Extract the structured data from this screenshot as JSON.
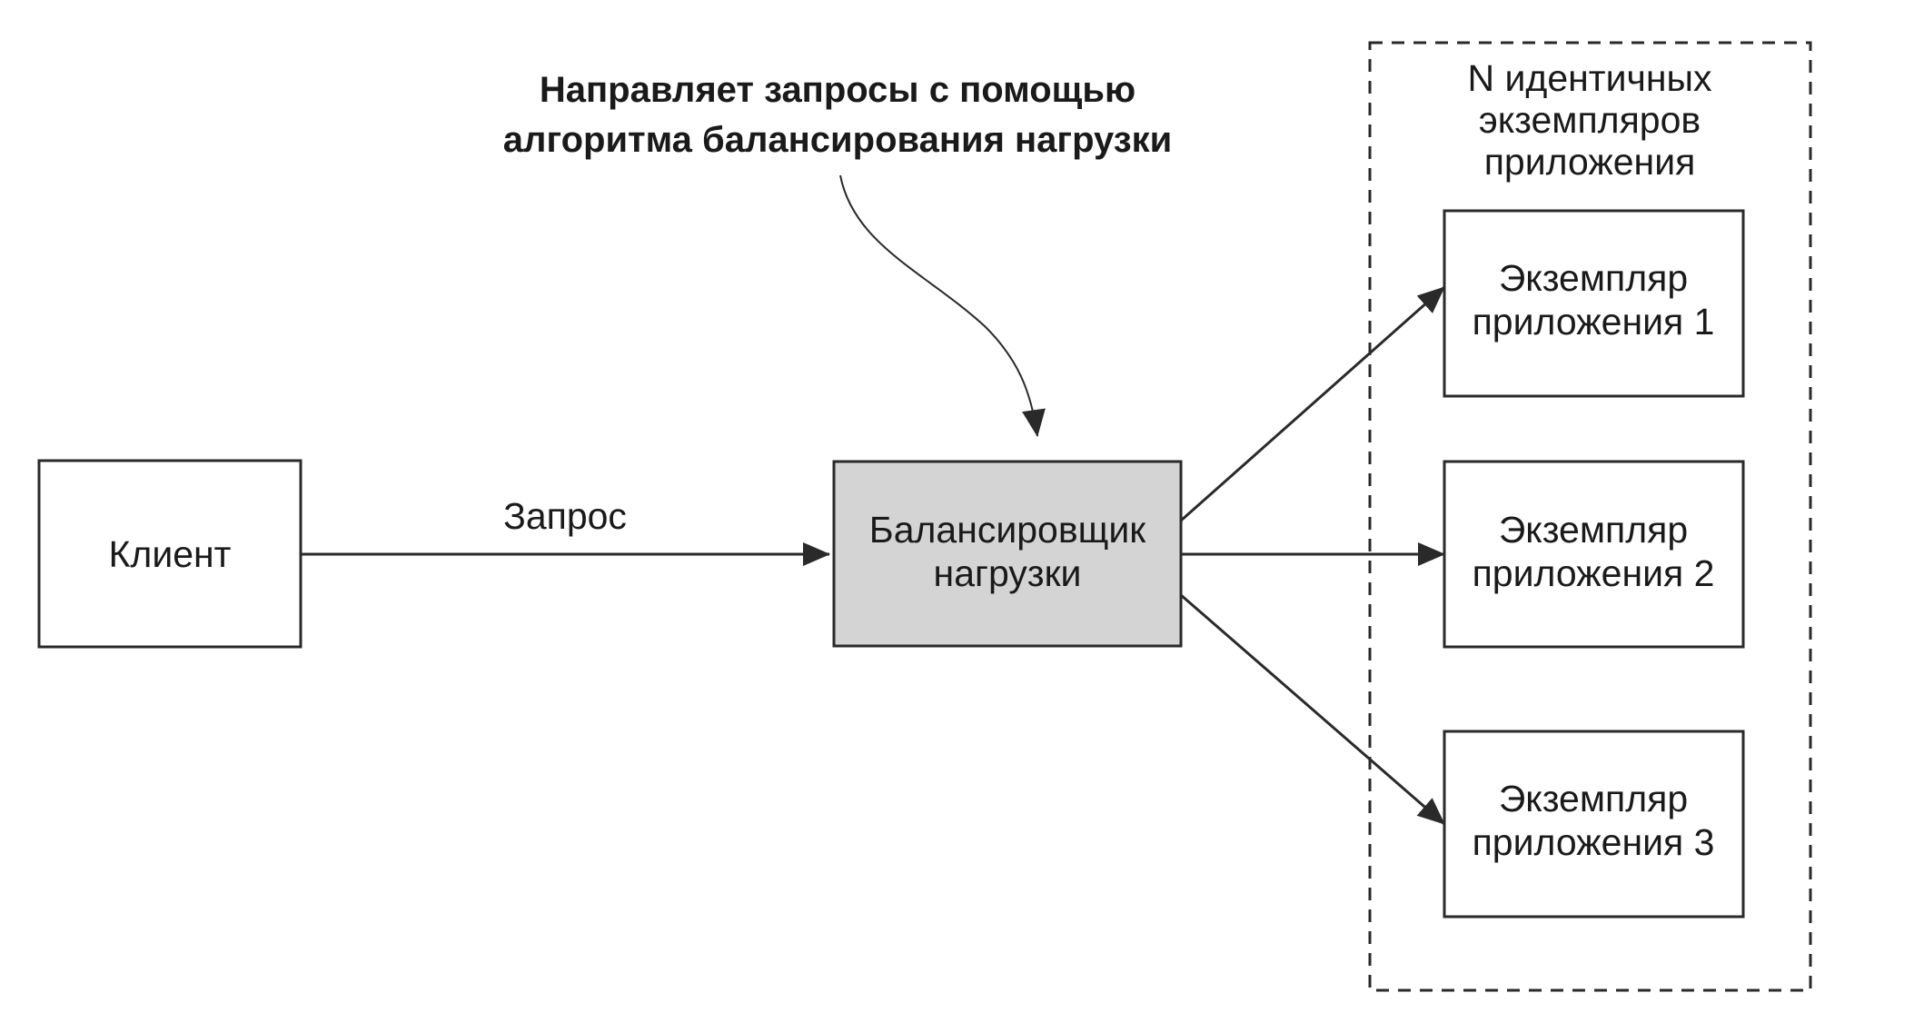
{
  "callout": {
    "line1": "Направляет запросы с помощью",
    "line2": "алгоритма балансирования нагрузки"
  },
  "group": {
    "label_line1": "N идентичных",
    "label_line2": "экземпляров",
    "label_line3": "приложения"
  },
  "client": {
    "label": "Клиент"
  },
  "request": {
    "label": "Запрос"
  },
  "balancer": {
    "label_line1": "Балансировщик",
    "label_line2": "нагрузки"
  },
  "instances": [
    {
      "line1": "Экземпляр",
      "line2": "приложения 1"
    },
    {
      "line1": "Экземпляр",
      "line2": "приложения 2"
    },
    {
      "line1": "Экземпляр",
      "line2": "приложения 3"
    }
  ],
  "colors": {
    "stroke": "#2a2a2a",
    "balancer_fill": "#d4d4d4",
    "box_fill": "#ffffff"
  }
}
